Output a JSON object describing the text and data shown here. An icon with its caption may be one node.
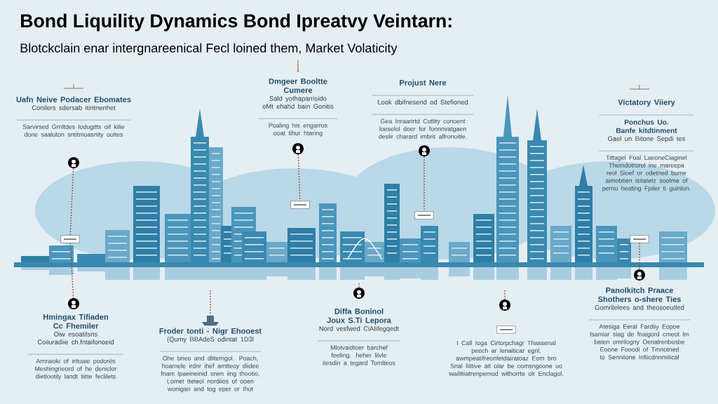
{
  "diagram": {
    "title": "Bond Liquility Dynamics Bond Ipreatvy Veintarn:",
    "nodes": [
      {
        "text": [
          "Uafn Neive Podacer Ebomates",
          "Conilers sdersab itintnenhet",
          "Sarvirsed Grnltdes lodugitts oif kilie done saaluton sntitmoasnity ooites"
        ]
      },
      {
        "text": [],
        "shape": "circle"
      },
      {
        "text": [],
        "shape": "box"
      },
      {
        "text": [
          "Dmgeer Booltte Cumere",
          "Sald yothaparrisido oMt ehahd bain Gonitis",
          "Poaling his engarros ooat tihur htaring"
        ]
      },
      {
        "text": [],
        "shape": "circle"
      },
      {
        "text": [],
        "shape": "box"
      },
      {
        "text": [
          "Projust Nere",
          "Look dbifnesend od Stefioned",
          "Gea Inraarirtd Cotlity conoent loeselol doer for fonnnvatgaen deslir charard imbrit alfronoitle."
        ]
      },
      {
        "text": [],
        "shape": "circle"
      },
      {
        "text": [],
        "shape": "box"
      },
      {
        "text": [
          "Victatory Viiery",
          "Ponchus Uo. Banfe kitdtinment",
          "Gael un Bitone Sepdi tes",
          "Tittagel Foal LaeoneCiaginel Themdotrorol ine mareepa reol Sioef or odetned bume aimobtien isitatetz soolme of perno heating Fpiler ti guinlon."
        ]
      },
      {
        "text": [],
        "shape": "box"
      },
      {
        "text": [],
        "shape": "circle"
      },
      {
        "text": [],
        "shape": "circle"
      },
      {
        "text": [
          "Hmingax Tifiaden Cc Fhemiler",
          "Oiw esoatitsns Coiiuradiie ch.fntaifonoeid",
          "Arnraioki of irituaie podorés Meshingrieord of he deniclor dietlootily landt tiitte feclilets"
        ]
      },
      {
        "text": [],
        "shape": "picture"
      },
      {
        "text": [
          "Froder tonti - Nigr Ehooest",
          "(Qumy BBAdeS odintat 1D3l",
          "Ohe brieo and dliterngol. Poach, hoarnele irdnr ihef amtteoy diidee fnam lpaeineinid snen iing thootio, Lomet tteteol nordiios of ooen wonigan and tog eper or Ihot"
        ]
      },
      {
        "text": [],
        "shape": "circle"
      },
      {
        "text": [
          "Diffa Boninol Joux S.Ti Lepora",
          "Nord vesfwed CiAIifegqedt",
          "Mlotvaidtoer barchef feeling. heher liivle itesdin a tegard Tomlteos"
        ]
      },
      {
        "text": [],
        "shape": "circle"
      },
      {
        "text": [],
        "shape": "box"
      },
      {
        "text": [
          "I Call Ioga Cirtorpchagr Thassenal peech ar lenaiticar egnl, awmpeatifreonfetdairatoaz Eom bro Snal liittive ait olar be comsngcone uo wailitiiatrenpemod withorrte olr Enclagol."
        ]
      },
      {
        "text": [
          "Panolkitch Praace Shothers o-shere Ties",
          "Gomrilelees and theosoeutled",
          "Atesiga Eeral Fardiiy Eopoe lsamiar siag de fnaigord cmeot lm baten omrilogny Oenalrenbosbe Eoone Fooodi of Tmnotned to Senniione Infiicdnnmitical"
        ]
      }
    ],
    "edges": [
      {
        "from": 1,
        "to": 2,
        "arrow": "none",
        "style": "dashed"
      },
      {
        "from": 4,
        "to": 5,
        "arrow": "none",
        "style": "dashed"
      },
      {
        "from": 7,
        "to": 8,
        "arrow": "none",
        "style": "dashed"
      },
      {
        "from": 10,
        "to": 11,
        "arrow": "none",
        "style": "dashed"
      },
      {
        "from": 2,
        "to": 12,
        "arrow": "none",
        "style": "dashed"
      },
      {
        "from": null,
        "to": 14,
        "arrow": "none",
        "style": "dashed"
      },
      {
        "from": null,
        "to": 16,
        "arrow": "none",
        "style": "dashed"
      },
      {
        "from": null,
        "to": 18,
        "arrow": "none",
        "style": "dashed"
      }
    ],
    "labels": [
      "Blotckclain enar intergnareenical Fecl loined them, Market Volaticity"
    ]
  }
}
